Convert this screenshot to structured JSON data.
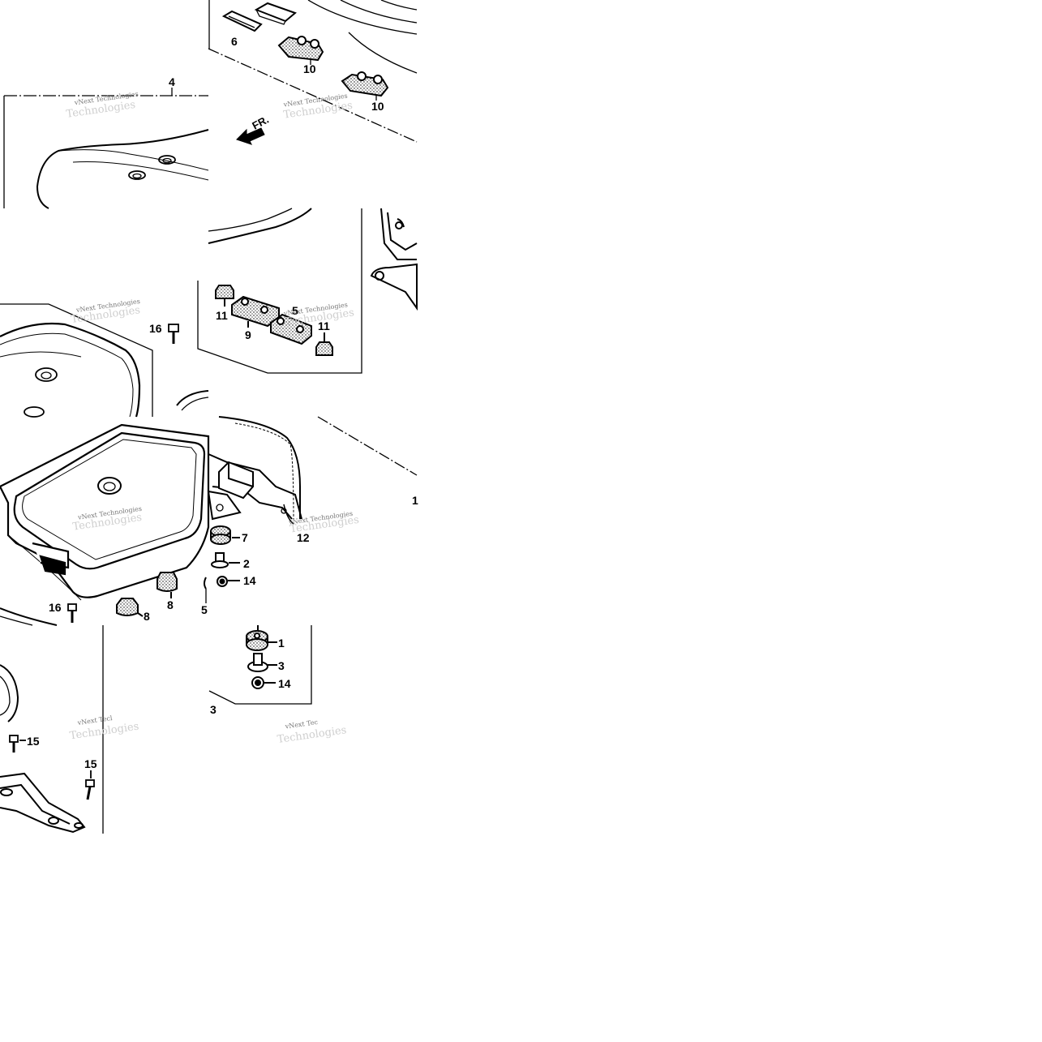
{
  "diagram": {
    "labels": {
      "l4": "4",
      "l6": "6",
      "l10a": "10",
      "l10b": "10",
      "l11a": "11",
      "l11b": "11",
      "l9": "9",
      "l5a": "5",
      "l16a": "16",
      "l16b": "16",
      "l7": "7",
      "l2": "2",
      "l14a": "14",
      "l12": "12",
      "l1edge": "1",
      "l8a": "8",
      "l8b": "8",
      "l5b": "5",
      "l1": "1",
      "l3": "3",
      "l14b": "14",
      "l13": "3",
      "l15a": "15",
      "l15b": "15"
    },
    "direction_label": "FR.",
    "watermark": {
      "line1": "vNext Technologies",
      "line2": "Technologies",
      "partial1": "vNext Tecl",
      "partial2": "vNext Tec"
    }
  }
}
